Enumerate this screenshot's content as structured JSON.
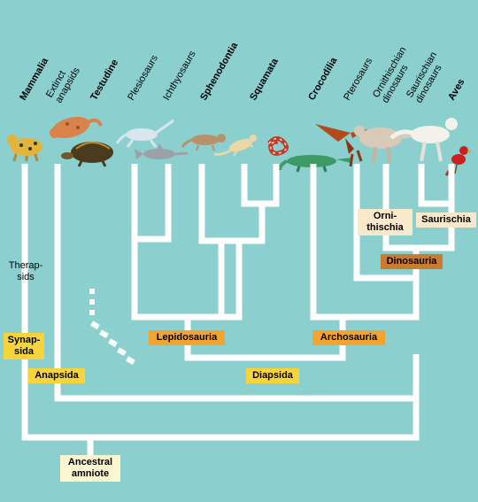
{
  "taxa": [
    {
      "id": "mammalia",
      "lines": [
        "Mammalia"
      ],
      "bold": true
    },
    {
      "id": "extinct-anapsids",
      "lines": [
        "Extinct",
        "anapsids"
      ],
      "bold": false
    },
    {
      "id": "testudine",
      "lines": [
        "Testudine"
      ],
      "bold": true
    },
    {
      "id": "plesiosaurs",
      "lines": [
        "Plesiosaurs"
      ],
      "bold": false
    },
    {
      "id": "ichthyosaurs",
      "lines": [
        "Ichthyosaurs"
      ],
      "bold": false
    },
    {
      "id": "sphenodontia",
      "lines": [
        "Sphenodontia"
      ],
      "bold": true
    },
    {
      "id": "squamata",
      "lines": [
        "Squamata"
      ],
      "bold": true
    },
    {
      "id": "crocodilia",
      "lines": [
        "Crocodilia"
      ],
      "bold": true
    },
    {
      "id": "pterosaurs",
      "lines": [
        "Pterosaurs"
      ],
      "bold": false
    },
    {
      "id": "ornithischian-dinosaurs",
      "lines": [
        "Ornithischian",
        "dinosaurs"
      ],
      "bold": false
    },
    {
      "id": "saurischian-dinosaurs",
      "lines": [
        "Saurischian",
        "dinosaurs"
      ],
      "bold": false
    },
    {
      "id": "aves",
      "lines": [
        "Aves"
      ],
      "bold": true
    }
  ],
  "clades": {
    "therapsids": "Therap-\nsids",
    "synapsida": "Synap-\nsida",
    "anapsida": "Anapsida",
    "lepidosauria": "Lepidosauria",
    "archosauria": "Archosauria",
    "diapsida": "Diapsida",
    "ornithischia": "Orni-\nthischia",
    "saurischia": "Saurischia",
    "dinosauria": "Dinosauria",
    "ancestral_amniote": "Ancestral\namniote"
  },
  "colors": {
    "background": "#8ccfcf",
    "branch": "#ffffff",
    "label_yellow": "#f7d53a",
    "label_orange": "#f2a431",
    "label_brown": "#cc7a2c",
    "label_cream": "#f8e8cc",
    "label_pale": "#fbf6cf"
  }
}
